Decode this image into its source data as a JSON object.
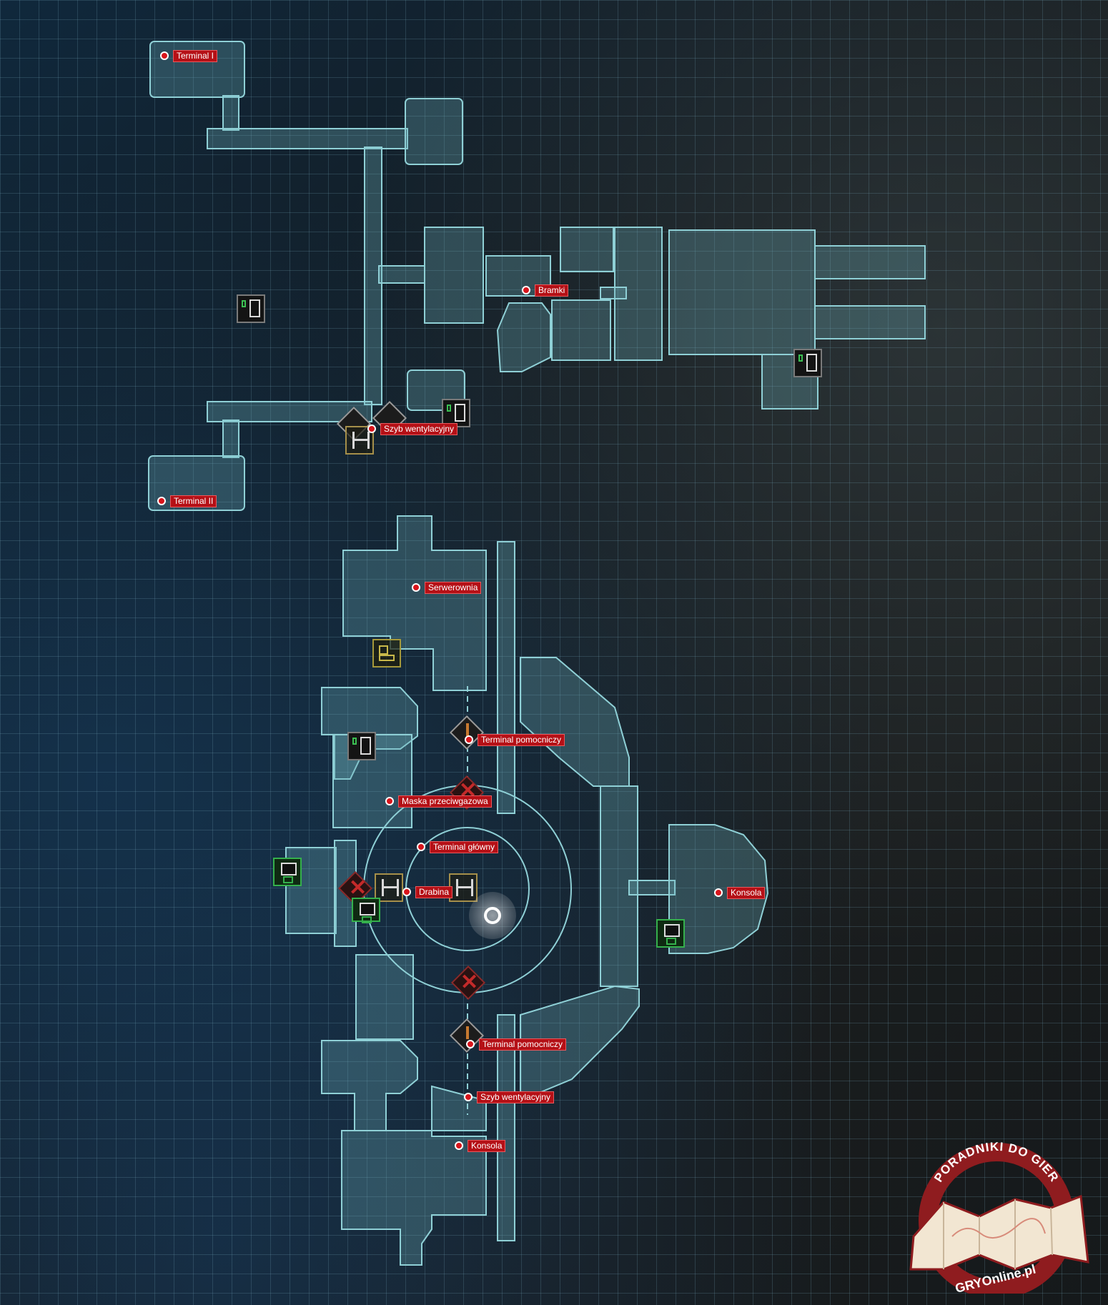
{
  "map": {
    "labels": [
      {
        "id": "terminal-1",
        "text": "Terminal I"
      },
      {
        "id": "bramki",
        "text": "Bramki"
      },
      {
        "id": "szyb-1",
        "text": "Szyb wentylacyjny"
      },
      {
        "id": "terminal-2",
        "text": "Terminal II"
      },
      {
        "id": "serwerownia",
        "text": "Serwerownia"
      },
      {
        "id": "terminal-pomocniczy-1",
        "text": "Terminal pomocniczy"
      },
      {
        "id": "maska",
        "text": "Maska przeciwgazowa"
      },
      {
        "id": "terminal-glowny",
        "text": "Terminal główny"
      },
      {
        "id": "drabina",
        "text": "Drabina"
      },
      {
        "id": "konsola-1",
        "text": "Konsola"
      },
      {
        "id": "terminal-pomocniczy-2",
        "text": "Terminal pomocniczy"
      },
      {
        "id": "szyb-2",
        "text": "Szyb wentylacyjny"
      },
      {
        "id": "konsola-2",
        "text": "Konsola"
      }
    ],
    "icons": [
      "door-icon",
      "save-station-icon",
      "ladder-icon",
      "crate-icon",
      "blocked-icon",
      "tool-icon",
      "player-position-icon"
    ]
  },
  "logo": {
    "arc_text": "PORADNIKI DO GIER",
    "brand": "GRYOnline.pl",
    "colors": {
      "ring": "#8f1c1f",
      "map": "#f2e6d2"
    }
  },
  "colors": {
    "walls": "#8fd0d6",
    "marker": "#d8141b",
    "label_bg": "#b51016"
  }
}
